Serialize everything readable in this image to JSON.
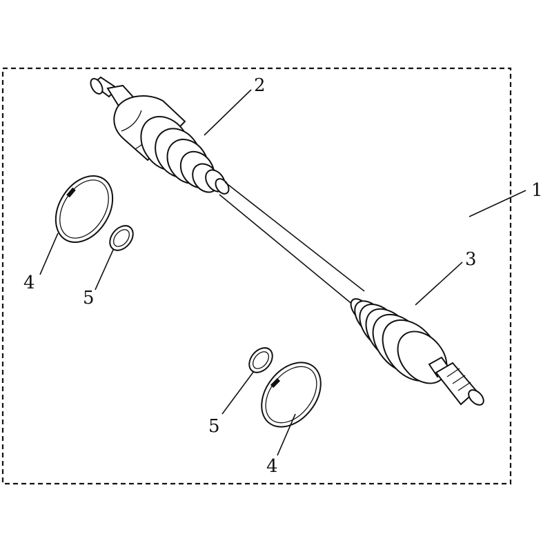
{
  "diagram": {
    "colors": {
      "ink": "#111111",
      "background": "#ffffff"
    },
    "callouts": [
      {
        "id": "shaft-assembly",
        "label": "1"
      },
      {
        "id": "inner-boot",
        "label": "2"
      },
      {
        "id": "outer-boot",
        "label": "3"
      },
      {
        "id": "large-clamp-upper",
        "label": "4"
      },
      {
        "id": "small-clamp-upper",
        "label": "5"
      },
      {
        "id": "small-clamp-lower",
        "label": "5"
      },
      {
        "id": "large-clamp-lower",
        "label": "4"
      }
    ]
  }
}
